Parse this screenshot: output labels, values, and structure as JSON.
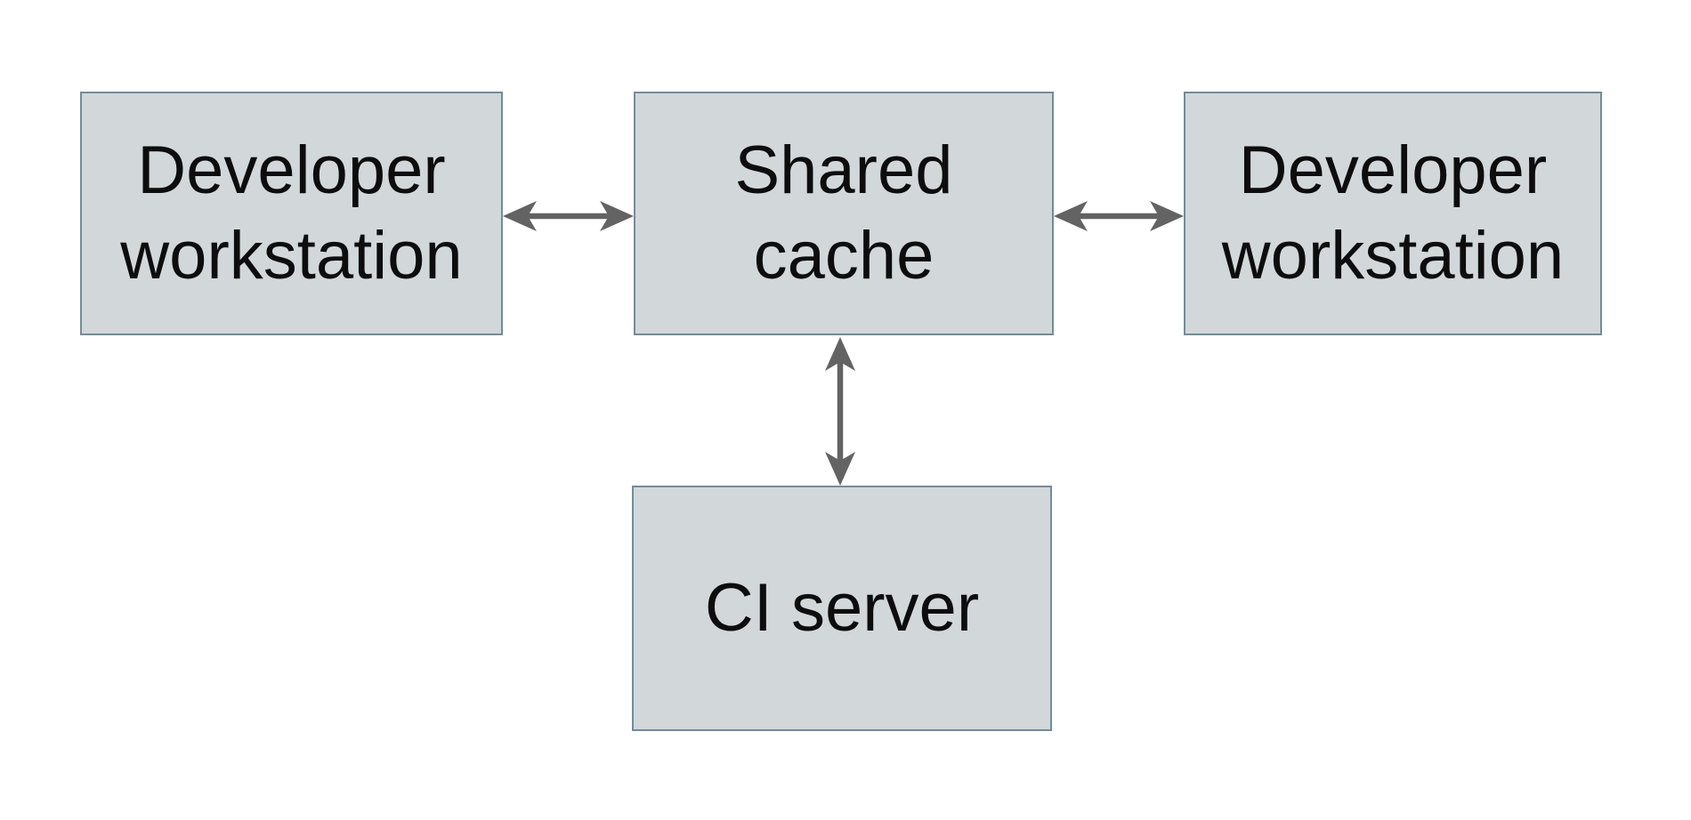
{
  "colors": {
    "canvas_bg": "#ffffff",
    "node_fill": "#d2d8da",
    "node_border": "#748b97",
    "text_color": "#0d0d0d",
    "arrow_color": "#636363"
  },
  "diagram": {
    "type": "architecture-diagram",
    "nodes": [
      {
        "id": "developer-workstation-left",
        "label": "Developer workstation",
        "lines": [
          "Developer",
          "workstation"
        ]
      },
      {
        "id": "shared-cache",
        "label": "Shared cache",
        "lines": [
          "Shared",
          "cache"
        ]
      },
      {
        "id": "developer-workstation-right",
        "label": "Developer workstation",
        "lines": [
          "Developer",
          "workstation"
        ]
      },
      {
        "id": "ci-server",
        "label": "CI server",
        "lines": [
          "CI server"
        ]
      }
    ],
    "edges": [
      {
        "id": "edge-left-workstation-cache",
        "from": "developer-workstation-left",
        "to": "shared-cache",
        "direction": "bidirectional",
        "orientation": "horizontal"
      },
      {
        "id": "edge-cache-right-workstation",
        "from": "shared-cache",
        "to": "developer-workstation-right",
        "direction": "bidirectional",
        "orientation": "horizontal"
      },
      {
        "id": "edge-cache-ci-server",
        "from": "shared-cache",
        "to": "ci-server",
        "direction": "bidirectional",
        "orientation": "vertical"
      }
    ]
  }
}
